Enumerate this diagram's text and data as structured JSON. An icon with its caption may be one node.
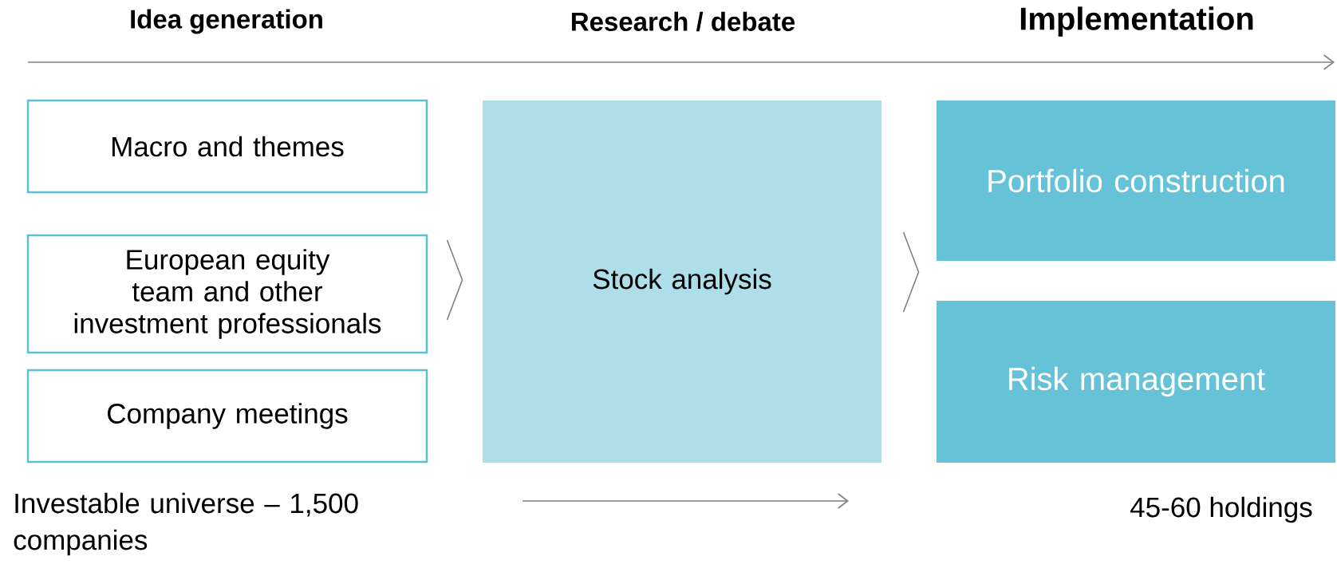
{
  "diagram": {
    "nodes": [
      {
        "text": [
          "Macro and themes"
        ]
      },
      {
        "text": [
          "European equity team and other investment professionals"
        ]
      },
      {
        "text": [
          "Company meetings"
        ]
      },
      {
        "text": [
          "Stock analysis"
        ]
      },
      {
        "text": [
          "Portfolio construction"
        ]
      },
      {
        "text": [
          "Risk management"
        ]
      }
    ],
    "labels": [
      "Idea generation",
      "Research / debate",
      "Implementation",
      "Investable universe – 1,500 companies",
      "45-60 holdings"
    ]
  }
}
